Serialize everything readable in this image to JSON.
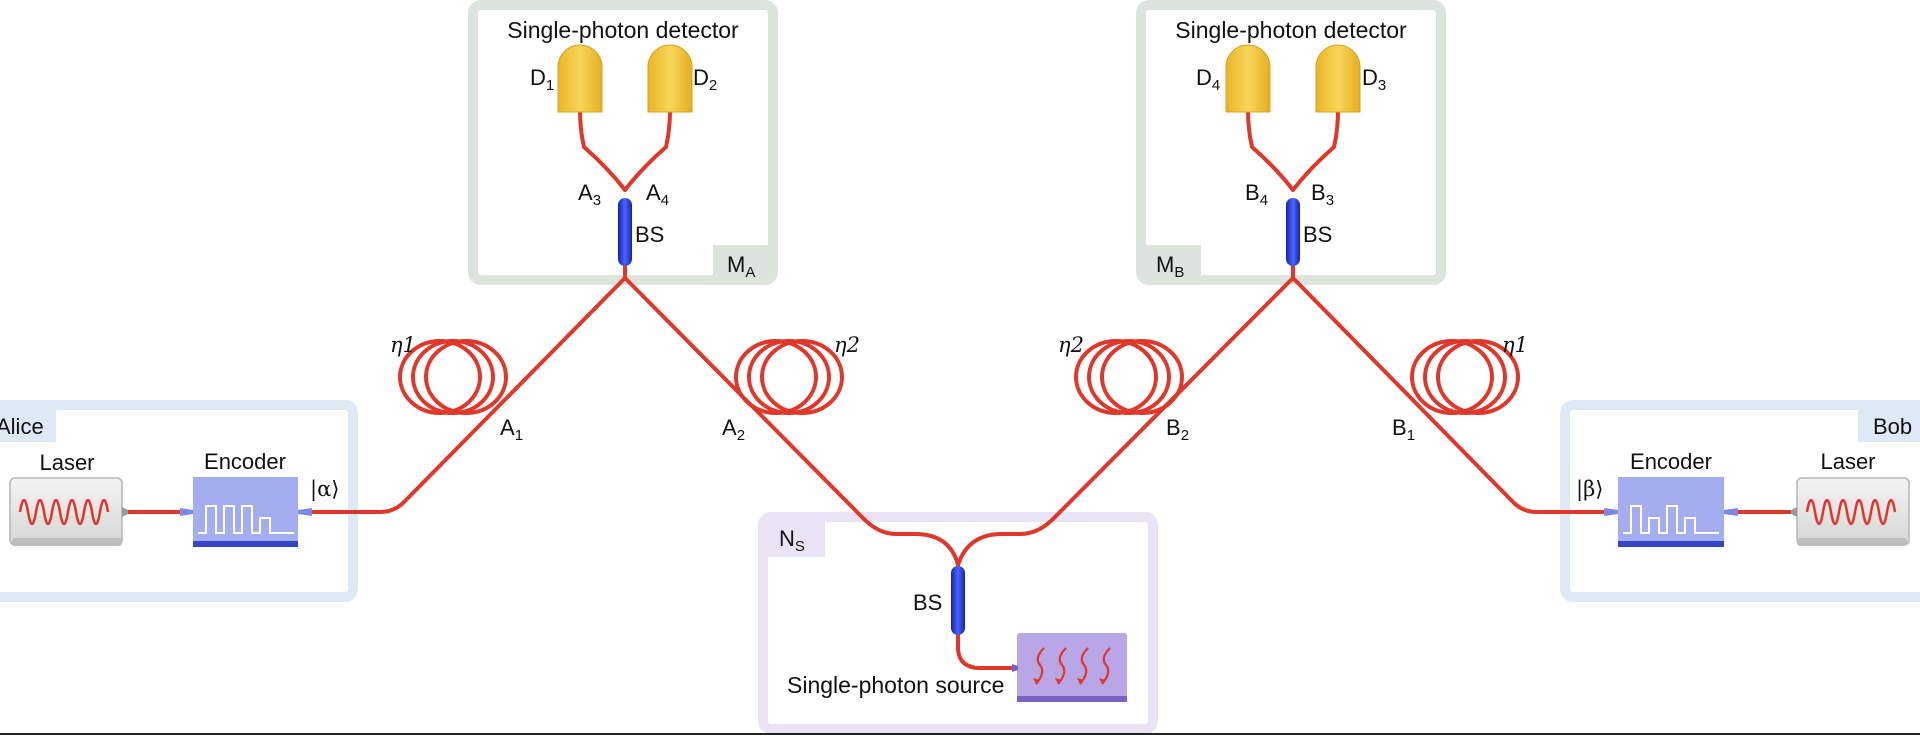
{
  "colors": {
    "fiber": "#e0372a",
    "alice_bob_frame": "#dfe9f5",
    "measure_frame": "#dde3dd",
    "source_frame": "#e9e3f5",
    "detector": "#f4c640",
    "beam_splitter": "#1d2fd6",
    "encoder": "#a4adf0",
    "source_box": "#b9a6e6",
    "laser_box": "#e6e6e6"
  },
  "labels": {
    "alice": "Alice",
    "bob": "Bob",
    "laser": "Laser",
    "encoder": "Encoder",
    "ket_alpha": "|α⟩",
    "ket_beta": "|β⟩",
    "eta1": "η1",
    "eta2": "η2",
    "single_photon_detector": "Single-photon detector",
    "single_photon_source": "Single-photon source",
    "bs": "BS",
    "m_a": {
      "main": "M",
      "sub": "A"
    },
    "m_b": {
      "main": "M",
      "sub": "B"
    },
    "n_s": {
      "main": "N",
      "sub": "S"
    },
    "ports": {
      "a1": {
        "main": "A",
        "sub": "1"
      },
      "a2": {
        "main": "A",
        "sub": "2"
      },
      "a3": {
        "main": "A",
        "sub": "3"
      },
      "a4": {
        "main": "A",
        "sub": "4"
      },
      "b1": {
        "main": "B",
        "sub": "1"
      },
      "b2": {
        "main": "B",
        "sub": "2"
      },
      "b3": {
        "main": "B",
        "sub": "3"
      },
      "b4": {
        "main": "B",
        "sub": "4"
      }
    },
    "detectors": {
      "d1": {
        "main": "D",
        "sub": "1"
      },
      "d2": {
        "main": "D",
        "sub": "2"
      },
      "d3": {
        "main": "D",
        "sub": "3"
      },
      "d4": {
        "main": "D",
        "sub": "4"
      }
    }
  }
}
